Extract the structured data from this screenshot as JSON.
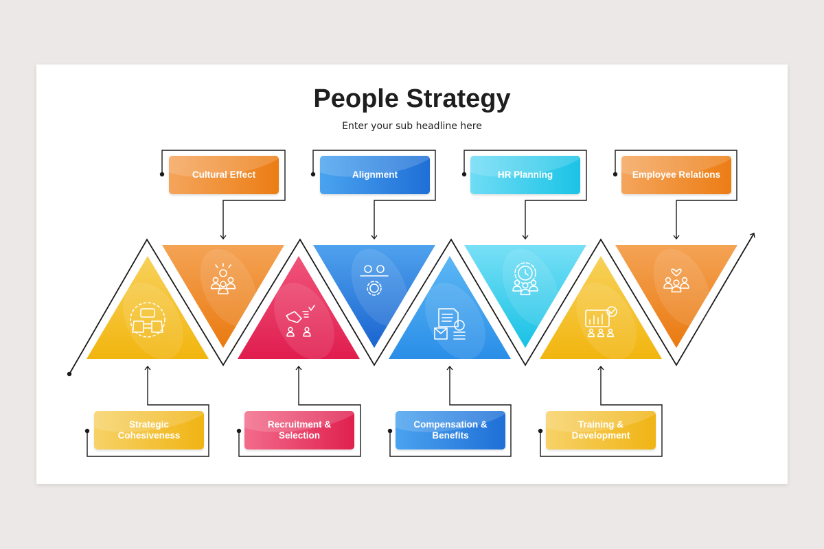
{
  "title": "People Strategy",
  "subtitle": "Enter your sub headline here",
  "top_labels": [
    {
      "label": "Cultural Effect",
      "color": "#ef8a26",
      "icon": "team-idea-icon"
    },
    {
      "label": "Alignment",
      "color": "#2b85e4",
      "icon": "people-gear-icon"
    },
    {
      "label": "HR Planning",
      "color": "#2ccbeb",
      "icon": "gear-team-icon"
    },
    {
      "label": "Employee Relations",
      "color": "#ef8a26",
      "icon": "team-heart-icon"
    }
  ],
  "bottom_labels": [
    {
      "label": "Strategic Cohesiveness",
      "color": "#f3c22e",
      "icon": "hands-together-icon"
    },
    {
      "label": "Recruitment & Selection",
      "color": "#e8315c",
      "icon": "hand-selection-icon"
    },
    {
      "label": "Compensation & Benefits",
      "color": "#3aa2ef",
      "icon": "document-money-icon"
    },
    {
      "label": "Training & Development",
      "color": "#f3c22e",
      "icon": "presentation-training-icon"
    }
  ],
  "colors": {
    "orange": "#ef8a26",
    "blue": "#2b85e4",
    "cyan": "#2ccbeb",
    "yellow": "#f3c22e",
    "red": "#e8315c",
    "line": "#1a1a1a"
  }
}
